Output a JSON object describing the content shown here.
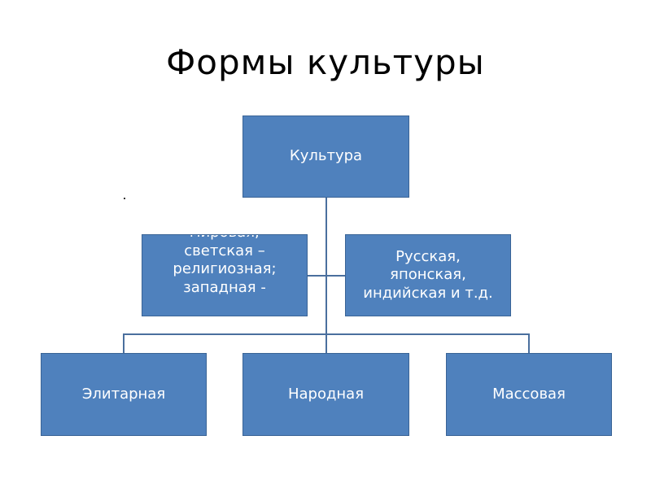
{
  "title": "Формы культуры",
  "root": {
    "label": "Культура"
  },
  "middle": {
    "left_lines": [
      "мировая;",
      "светская –",
      "религиозная;",
      "западная -"
    ],
    "right_lines": [
      "Русская,",
      "японская,",
      "индийская и т.д."
    ]
  },
  "bottom": {
    "elite": "Элитарная",
    "folk": "Народная",
    "mass": "Массовая"
  },
  "colors": {
    "box_fill": "#4f81bd",
    "box_text": "#ffffff",
    "connector": "#4a6f9e"
  }
}
